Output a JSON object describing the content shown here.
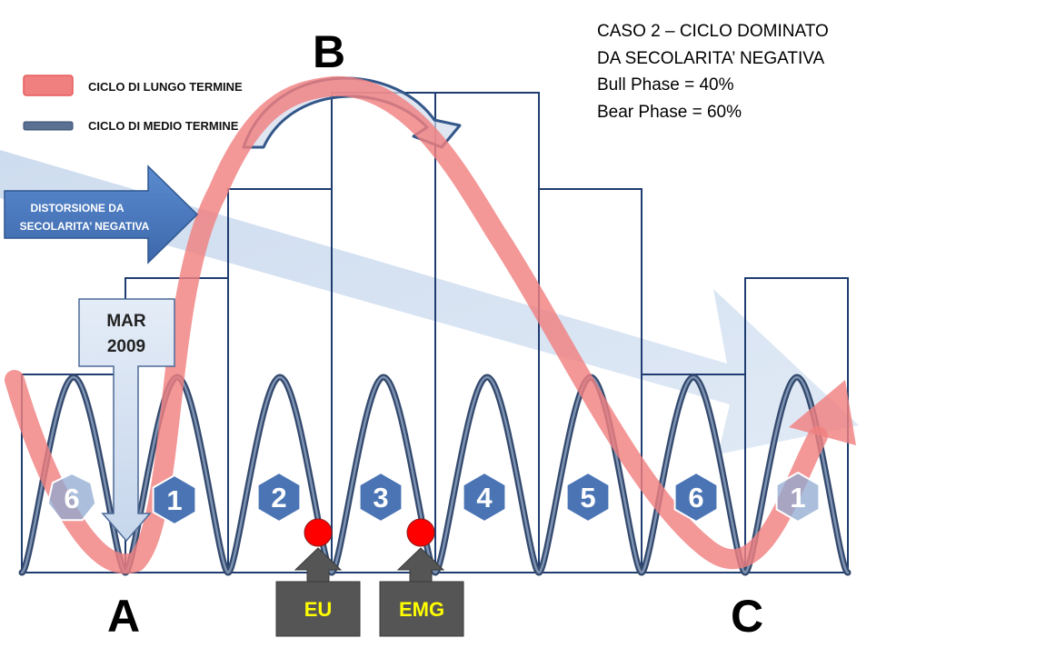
{
  "info": {
    "title_line1": "CASO 2 – CICLO DOMINATO",
    "title_line2": "DA SECOLARITA’ NEGATIVA",
    "bull_phase": "Bull Phase = 40%",
    "bear_phase": "Bear Phase = 60%"
  },
  "legend": {
    "long_term": "CICLO DI LUNGO TERMINE",
    "medium_term": "CICLO DI MEDIO TERMINE"
  },
  "distortion_line1": "DISTORSIONE DA",
  "distortion_line2": "SECOLARITA’ NEGATIVA",
  "callout_line1": "MAR",
  "callout_line2": "2009",
  "point_labels": {
    "a": "A",
    "b": "B",
    "c": "C"
  },
  "cycle_numbers": [
    "6",
    "1",
    "2",
    "3",
    "4",
    "5",
    "6",
    "1"
  ],
  "markers": {
    "eu": "EU",
    "emg": "EMG"
  },
  "colors": {
    "long_cycle": "#f08080",
    "medium_cycle": "#5a7194",
    "box_stroke": "#1f3d70",
    "hexagon": "#4a74b4",
    "marker_dot": "#ff0000",
    "marker_box": "#555555",
    "marker_text": "#ffff00",
    "trend_arrow": "#c9d8ec"
  }
}
